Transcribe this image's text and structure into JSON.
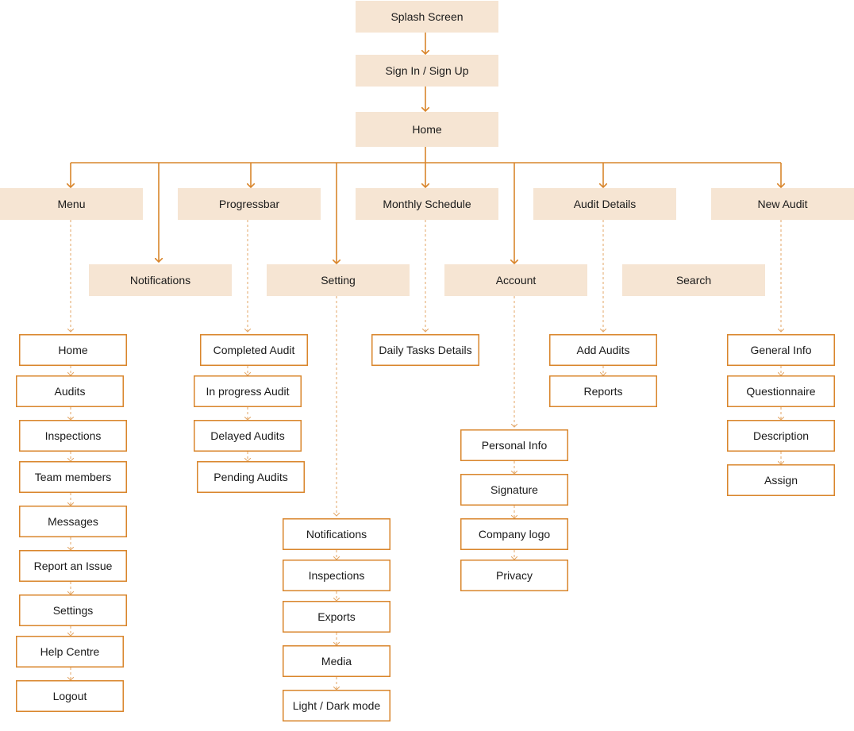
{
  "colors": {
    "accent": "#D9852B",
    "fill": "#F6E5D3",
    "text": "#1a1a1a",
    "box_border": "#D9852B",
    "box_fill": "#ffffff"
  },
  "nodes": {
    "splash": "Splash Screen",
    "signin": "Sign In / Sign Up",
    "home": "Home",
    "menu": "Menu",
    "notifications": "Notifications",
    "progressbar": "Progressbar",
    "setting": "Setting",
    "monthly": "Monthly Schedule",
    "account": "Account",
    "auditdetails": "Audit Details",
    "search": "Search",
    "newaudit": "New Audit"
  },
  "menu_items": [
    "Home",
    "Audits",
    "Inspections",
    "Team members",
    "Messages",
    "Report an Issue",
    "Settings",
    "Help Centre",
    "Logout"
  ],
  "progress_items": [
    "Completed Audit",
    "In progress Audit",
    "Delayed Audits",
    "Pending Audits"
  ],
  "setting_items": [
    "Notifications",
    "Inspections",
    "Exports",
    "Media",
    "Light / Dark mode"
  ],
  "monthly_items": [
    "Daily Tasks Details"
  ],
  "account_items": [
    "Personal Info",
    "Signature",
    "Company logo",
    "Privacy"
  ],
  "audit_items": [
    "Add Audits",
    "Reports"
  ],
  "newaudit_items": [
    "General Info",
    "Questionnaire",
    "Description",
    "Assign"
  ]
}
